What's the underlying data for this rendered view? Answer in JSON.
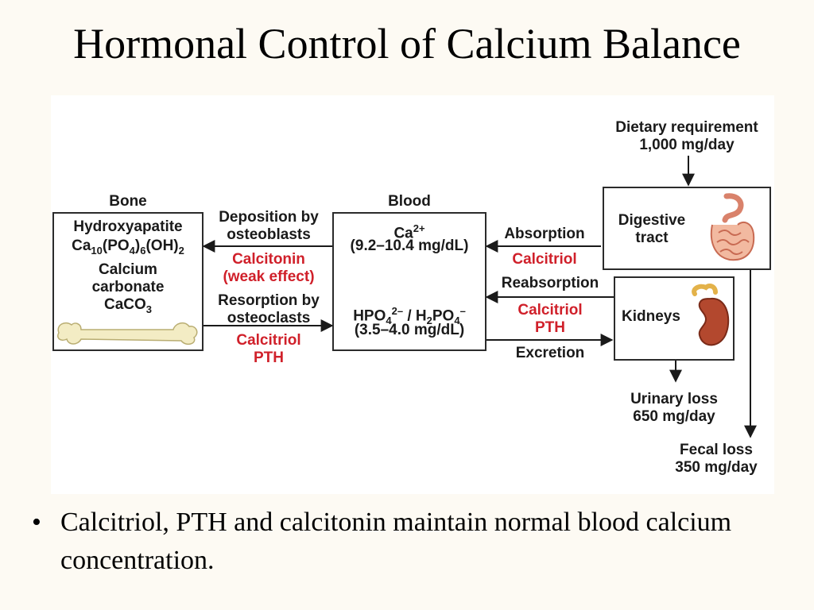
{
  "slide": {
    "title": "Hormonal Control of Calcium Balance",
    "bullet_marker": "•",
    "bullet_text": "Calcitriol, PTH and calcitonin maintain normal blood calcium concentration."
  },
  "diagram": {
    "dietary": {
      "line1": "Dietary requirement",
      "line2": "1,000 mg/day"
    },
    "bone": {
      "header": "Bone",
      "line1": "Hydroxyapatite",
      "formula1_a": "Ca",
      "formula1_b": "10",
      "formula1_c": "(PO",
      "formula1_d": "4",
      "formula1_e": ")",
      "formula1_f": "6",
      "formula1_g": "(OH)",
      "formula1_h": "2",
      "line3": "Calcium",
      "line4": "carbonate",
      "formula2_a": "CaCO",
      "formula2_b": "3"
    },
    "blood": {
      "header": "Blood",
      "ca_a": "Ca",
      "ca_b": "2+",
      "ca_range": "(9.2–10.4 mg/dL)",
      "hpo_a": "HPO",
      "hpo_b": "4",
      "hpo_c": "2–",
      "hpo_d": " / H",
      "hpo_e": "2",
      "hpo_f": "PO",
      "hpo_g": "4",
      "hpo_h": "–",
      "hpo_range": "(3.5–4.0 mg/dL)"
    },
    "deposition": {
      "line1": "Deposition by",
      "line2": "osteoblasts",
      "hormone1": "Calcitonin",
      "hormone2": "(weak effect)"
    },
    "resorption": {
      "line1": "Resorption by",
      "line2": "osteoclasts",
      "hormone1": "Calcitriol",
      "hormone2": "PTH"
    },
    "absorption": {
      "label": "Absorption",
      "hormone": "Calcitriol"
    },
    "reabsorption": {
      "label": "Reabsorption",
      "hormone1": "Calcitriol",
      "hormone2": "PTH"
    },
    "excretion": {
      "label": "Excretion"
    },
    "digestive": {
      "line1": "Digestive",
      "line2": "tract"
    },
    "kidneys": {
      "label": "Kidneys"
    },
    "urinary": {
      "line1": "Urinary loss",
      "line2": "650 mg/day"
    },
    "fecal": {
      "line1": "Fecal loss",
      "line2": "350 mg/day"
    },
    "colors": {
      "hormone": "#d0202a",
      "box_border": "#2b2b2b"
    }
  }
}
